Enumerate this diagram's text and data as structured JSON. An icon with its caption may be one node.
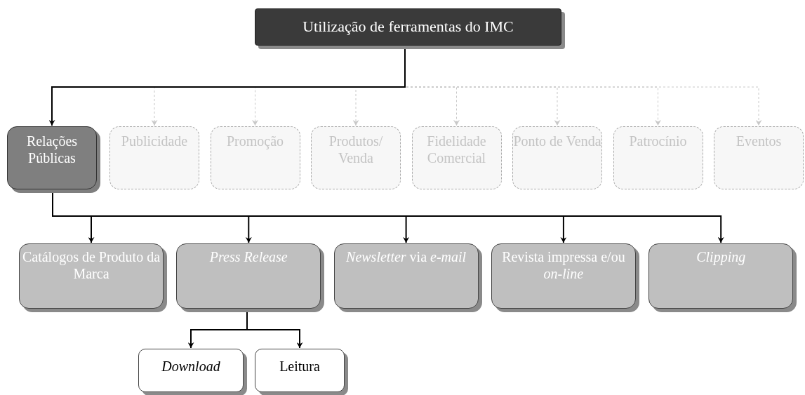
{
  "diagram": {
    "nodes": [
      {
        "text": [
          "Utilização de ferramentas do IMC"
        ]
      },
      {
        "text": [
          "Relações Públicas"
        ]
      },
      {
        "text": [
          "Publicidade"
        ]
      },
      {
        "text": [
          "Promoção"
        ]
      },
      {
        "text": [
          "Produtos/ Venda"
        ]
      },
      {
        "text": [
          "Fidelidade Comercial"
        ]
      },
      {
        "text": [
          "Ponto de Venda"
        ]
      },
      {
        "text": [
          "Patrocínio"
        ]
      },
      {
        "text": [
          "Eventos"
        ]
      },
      {
        "text": [
          "Catálogos de Produto da Marca"
        ]
      },
      {
        "text": [
          "Press Release"
        ]
      },
      {
        "text": [
          "*Newsletter* via *e-mail*"
        ]
      },
      {
        "text": [
          "Revista impressa e/ou *on-line*"
        ]
      },
      {
        "text": [
          "Clipping"
        ]
      },
      {
        "text": [
          "Download"
        ]
      },
      {
        "text": [
          "Leitura"
        ]
      }
    ],
    "edges": [
      {
        "from": 0,
        "to": 2,
        "arrow": "to",
        "style": "dashed",
        "color": "#c8c8c8"
      },
      {
        "from": 0,
        "to": 3,
        "arrow": "to",
        "style": "dashed",
        "color": "#c8c8c8"
      },
      {
        "from": 0,
        "to": 4,
        "arrow": "to",
        "style": "dashed",
        "color": "#c8c8c8"
      },
      {
        "from": 0,
        "to": 5,
        "arrow": "to",
        "style": "dashed",
        "color": "#c8c8c8"
      },
      {
        "from": 0,
        "to": 6,
        "arrow": "to",
        "style": "dashed",
        "color": "#c8c8c8"
      },
      {
        "from": 0,
        "to": 7,
        "arrow": "to",
        "style": "dashed",
        "color": "#c8c8c8"
      },
      {
        "from": 0,
        "to": 8,
        "arrow": "to",
        "style": "dashed",
        "color": "#c8c8c8"
      },
      {
        "from": 0,
        "to": 1,
        "arrow": "to"
      },
      {
        "from": 1,
        "to": 9,
        "arrow": "to"
      },
      {
        "from": 1,
        "to": 10,
        "arrow": "to"
      },
      {
        "from": 1,
        "to": 11,
        "arrow": "to"
      },
      {
        "from": 1,
        "to": 12,
        "arrow": "to"
      },
      {
        "from": 1,
        "to": 13,
        "arrow": "to"
      },
      {
        "from": 10,
        "to": 14,
        "arrow": "to"
      },
      {
        "from": 10,
        "to": 15,
        "arrow": "to"
      }
    ]
  }
}
